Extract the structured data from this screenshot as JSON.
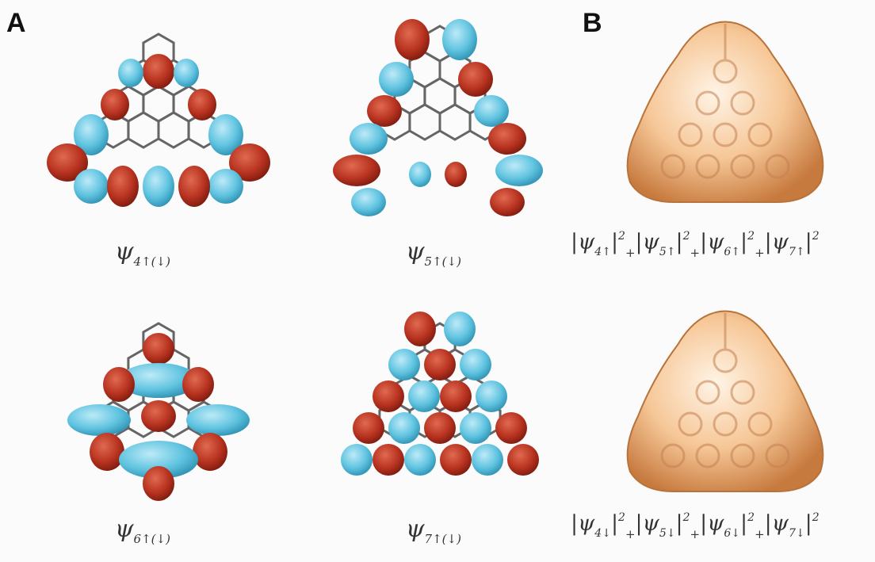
{
  "panels": {
    "a_label": "A",
    "b_label": "B"
  },
  "orbitals": [
    {
      "name": "orbital-psi4",
      "psi": "ψ",
      "sub": "4↑(↓)"
    },
    {
      "name": "orbital-psi5",
      "psi": "ψ",
      "sub": "5↑(↓)"
    },
    {
      "name": "orbital-psi6",
      "psi": "ψ",
      "sub": "6↑(↓)"
    },
    {
      "name": "orbital-psi7",
      "psi": "ψ",
      "sub": "7↑(↓)"
    }
  ],
  "sums": {
    "up": {
      "terms": [
        "4↑",
        "5↑",
        "6↑",
        "7↑"
      ],
      "psi": "ψ",
      "exp": "2",
      "plus": "+"
    },
    "down": {
      "terms": [
        "4↓",
        "5↓",
        "6↓",
        "7↓"
      ],
      "psi": "ψ",
      "exp": "2",
      "plus": "+"
    }
  },
  "colors": {
    "lobe_red": "#b83320",
    "lobe_blue": "#5fc3e0",
    "density_orange": "#e9a066",
    "bond": "#333333"
  }
}
